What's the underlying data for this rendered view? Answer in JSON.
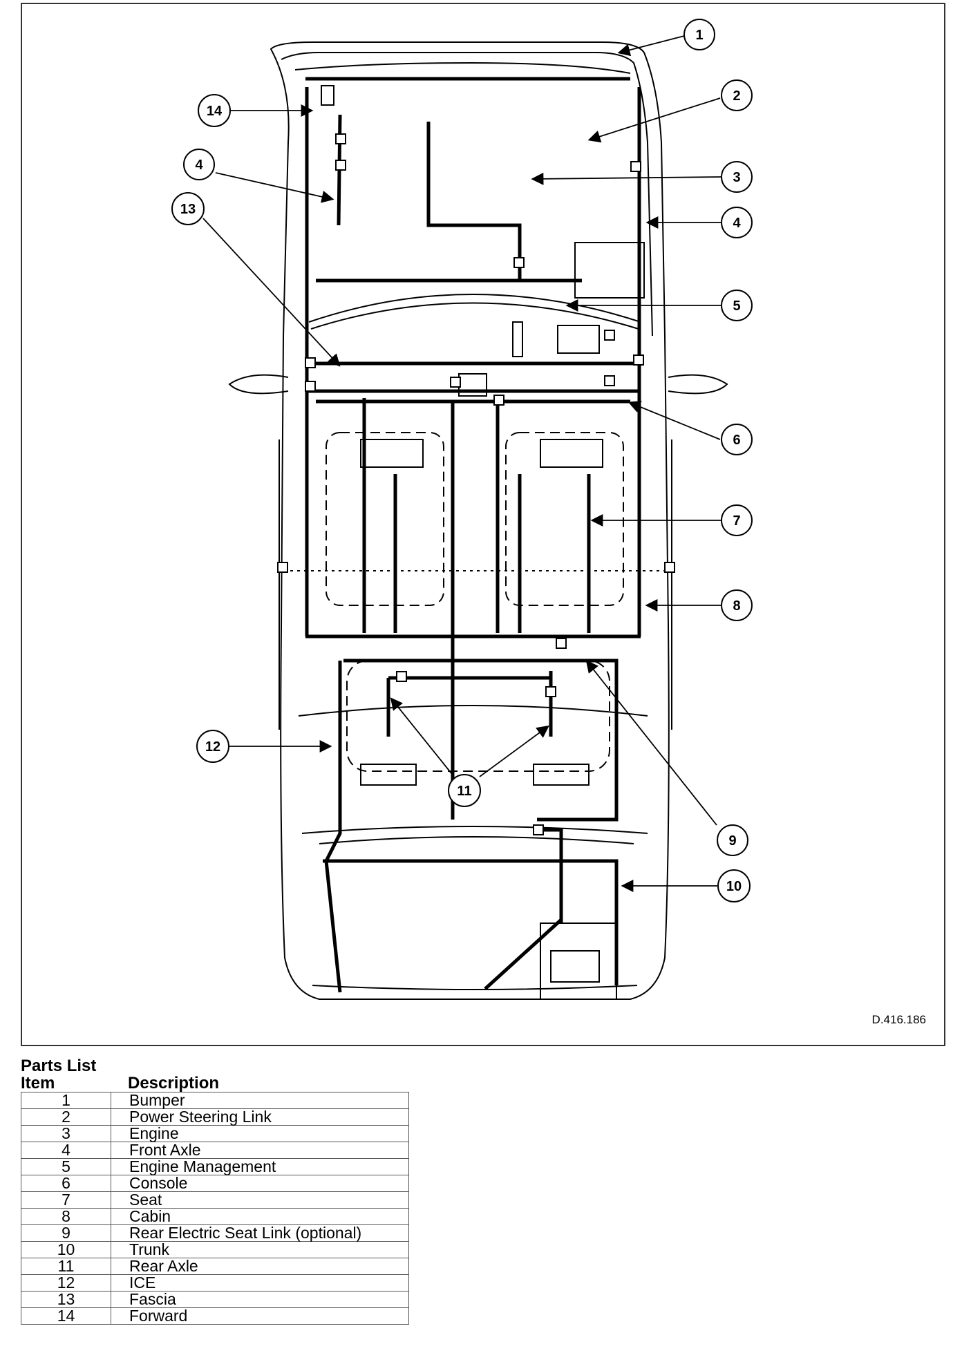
{
  "diagram": {
    "drawing_code": "D.416.186",
    "callouts": [
      "1",
      "2",
      "3",
      "4",
      "4",
      "5",
      "6",
      "7",
      "8",
      "9",
      "10",
      "11",
      "12",
      "13",
      "14"
    ]
  },
  "parts_list": {
    "title": "Parts List",
    "headers": {
      "item": "Item",
      "description": "Description"
    },
    "rows": [
      {
        "item": "1",
        "description": "Bumper"
      },
      {
        "item": "2",
        "description": "Power Steering Link"
      },
      {
        "item": "3",
        "description": "Engine"
      },
      {
        "item": "4",
        "description": "Front Axle"
      },
      {
        "item": "5",
        "description": "Engine Management"
      },
      {
        "item": "6",
        "description": "Console"
      },
      {
        "item": "7",
        "description": "Seat"
      },
      {
        "item": "8",
        "description": "Cabin"
      },
      {
        "item": "9",
        "description": "Rear Electric Seat Link (optional)"
      },
      {
        "item": "10",
        "description": "Trunk"
      },
      {
        "item": "11",
        "description": "Rear Axle"
      },
      {
        "item": "12",
        "description": "ICE"
      },
      {
        "item": "13",
        "description": "Fascia"
      },
      {
        "item": "14",
        "description": "Forward"
      }
    ]
  }
}
